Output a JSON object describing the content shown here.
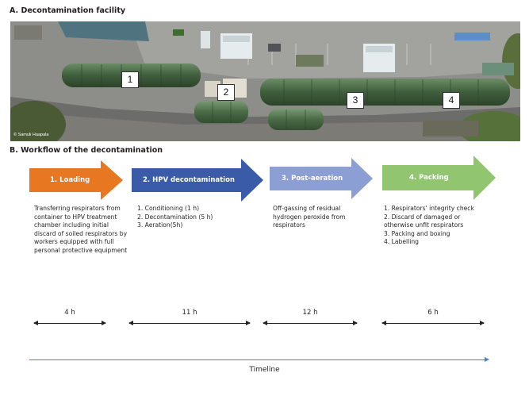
{
  "section_a": {
    "title": "A. Decontamination facility"
  },
  "photo": {
    "credit": "© Samuli Haapala",
    "markers": [
      "1",
      "2",
      "3",
      "4"
    ],
    "colors": {
      "tent": "#4f6e4a",
      "pavement": "#8c8c8a",
      "grass": "#6f8a52",
      "white_tent": "#e6ecee"
    }
  },
  "section_b": {
    "title": "B. Workflow of the decontamination"
  },
  "steps": [
    {
      "label": "1. Loading",
      "color": "#e87722",
      "description": "Transferring respirators from container to HPV treatment chamber including initial discard of soiled respirators by workers equipped with full personal protective equipment",
      "items": [],
      "duration": "4 h"
    },
    {
      "label": "2. HPV decontamination",
      "color": "#3a5ba8",
      "description": "",
      "items": [
        "1. Conditioning (1 h)",
        "2. Decontamination (5 h)",
        "3. Aeration(5h)"
      ],
      "duration": "11 h"
    },
    {
      "label": "3. Post-aeration",
      "color": "#8c9fd4",
      "description": "Off-gassing of residual hydrogen peroxide from respirators",
      "items": [],
      "duration": "12 h"
    },
    {
      "label": "4. Packing",
      "color": "#92c56f",
      "description": "",
      "items": [
        "1. Respirators' integrity check",
        "2. Discard of damaged or otherwise unfit respirators",
        "3. Packing and boxing",
        "4. Labelling"
      ],
      "duration": "6 h"
    }
  ],
  "timeline": {
    "label": "Timeline",
    "color": "#4f81bd"
  }
}
